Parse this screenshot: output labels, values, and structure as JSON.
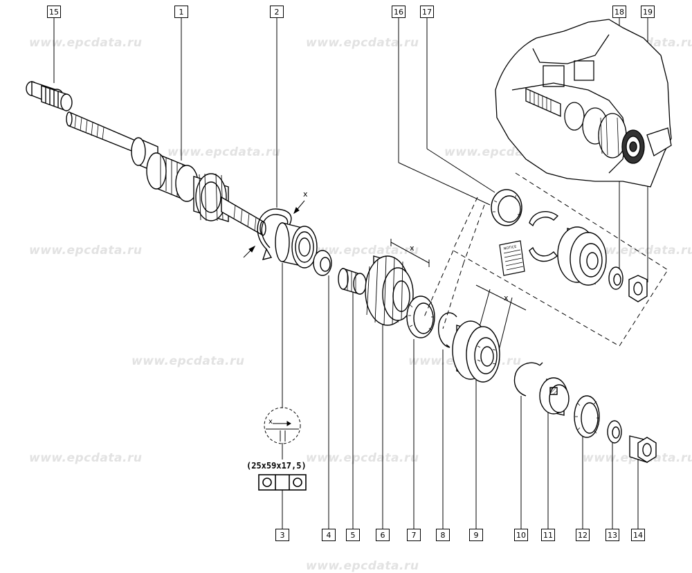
{
  "watermark": "www.epcdata.ru",
  "bearing_spec": "(25x59x17,5)",
  "dim_symbol": "x",
  "circled_label": "5",
  "notice_label": "NOTICE",
  "callouts": [
    "15",
    "1",
    "2",
    "16",
    "17",
    "18",
    "19",
    "3",
    "4",
    "5",
    "6",
    "7",
    "8",
    "9",
    "10",
    "11",
    "12",
    "13",
    "14"
  ]
}
